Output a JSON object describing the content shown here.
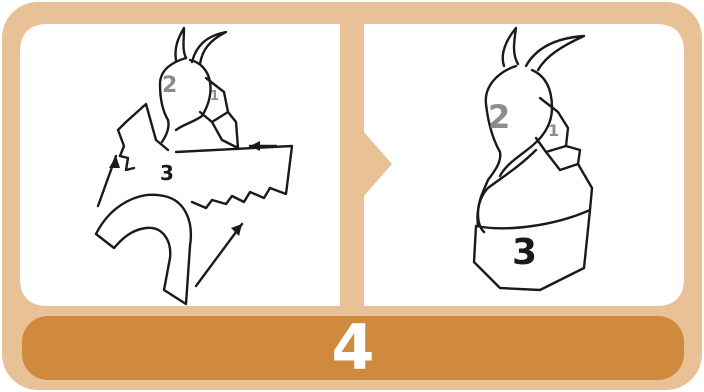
{
  "colors": {
    "frame": "#e8c196",
    "bar": "#d08a3e",
    "panel": "#ffffff",
    "line": "#1a1a1a",
    "gray_label": "#8c8c8c"
  },
  "left_panel": {
    "labels": {
      "head": "2",
      "neck": "1",
      "body": "3"
    }
  },
  "right_panel": {
    "labels": {
      "head": "2",
      "neck": "1",
      "body": "3"
    }
  },
  "step": {
    "number": "4"
  }
}
